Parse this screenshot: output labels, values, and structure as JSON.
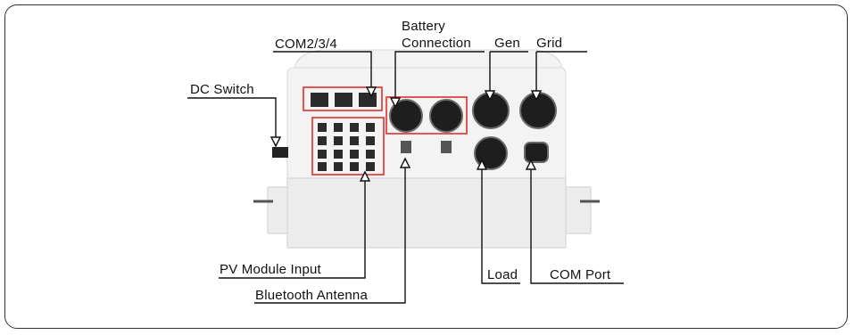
{
  "labels": {
    "com": "COM2/3/4",
    "battery_line1": "Battery",
    "battery_line2": "Connection",
    "gen": "Gen",
    "grid": "Grid",
    "dc_switch": "DC Switch",
    "pv_input": "PV Module Input",
    "bluetooth": "Bluetooth Antenna",
    "load": "Load",
    "com_port": "COM Port"
  },
  "colors": {
    "frame": "#333333",
    "highlight": "#e03030",
    "text": "#111111"
  }
}
